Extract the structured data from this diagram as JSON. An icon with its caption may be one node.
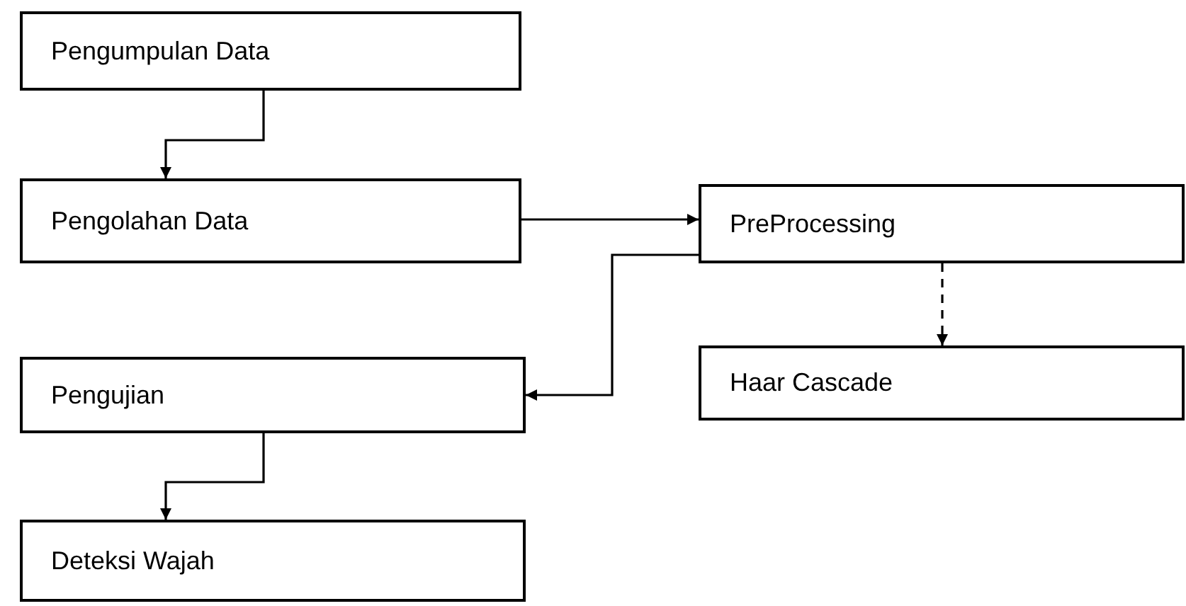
{
  "diagram": {
    "nodes": [
      {
        "text": [
          "Pengumpulan Data"
        ]
      },
      {
        "text": [
          "Pengolahan Data"
        ]
      },
      {
        "text": [
          "PreProcessing"
        ]
      },
      {
        "text": [
          "Pengujian"
        ]
      },
      {
        "text": [
          "Haar Cascade"
        ]
      },
      {
        "text": [
          "Deteksi Wajah"
        ]
      }
    ],
    "edges": [
      {
        "from": 0,
        "to": 1,
        "arrow": "to"
      },
      {
        "from": 1,
        "to": 2,
        "arrow": "to"
      },
      {
        "from": 2,
        "to": 3,
        "arrow": "to"
      },
      {
        "from": 2,
        "to": 4,
        "arrow": "to",
        "style": "dashed"
      },
      {
        "from": 3,
        "to": 5,
        "arrow": "to"
      }
    ]
  }
}
